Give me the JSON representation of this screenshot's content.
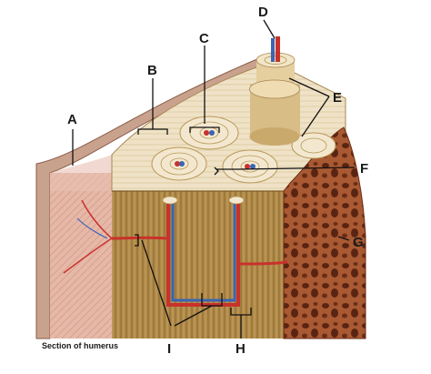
{
  "labels": {
    "a": "A",
    "b": "B",
    "c": "C",
    "d": "D",
    "e": "E",
    "f": "F",
    "g": "G",
    "h": "H",
    "i": "I"
  },
  "caption": "Section of humerus",
  "colors": {
    "artery": "#c8322b",
    "vein": "#3a64b4",
    "compact_bone": "#e9dcc0",
    "lamella_side": "#b8934f",
    "spongy_bone": "#9a4a2a",
    "periosteum": "#e8b5a6",
    "leader_line": "#111111"
  }
}
